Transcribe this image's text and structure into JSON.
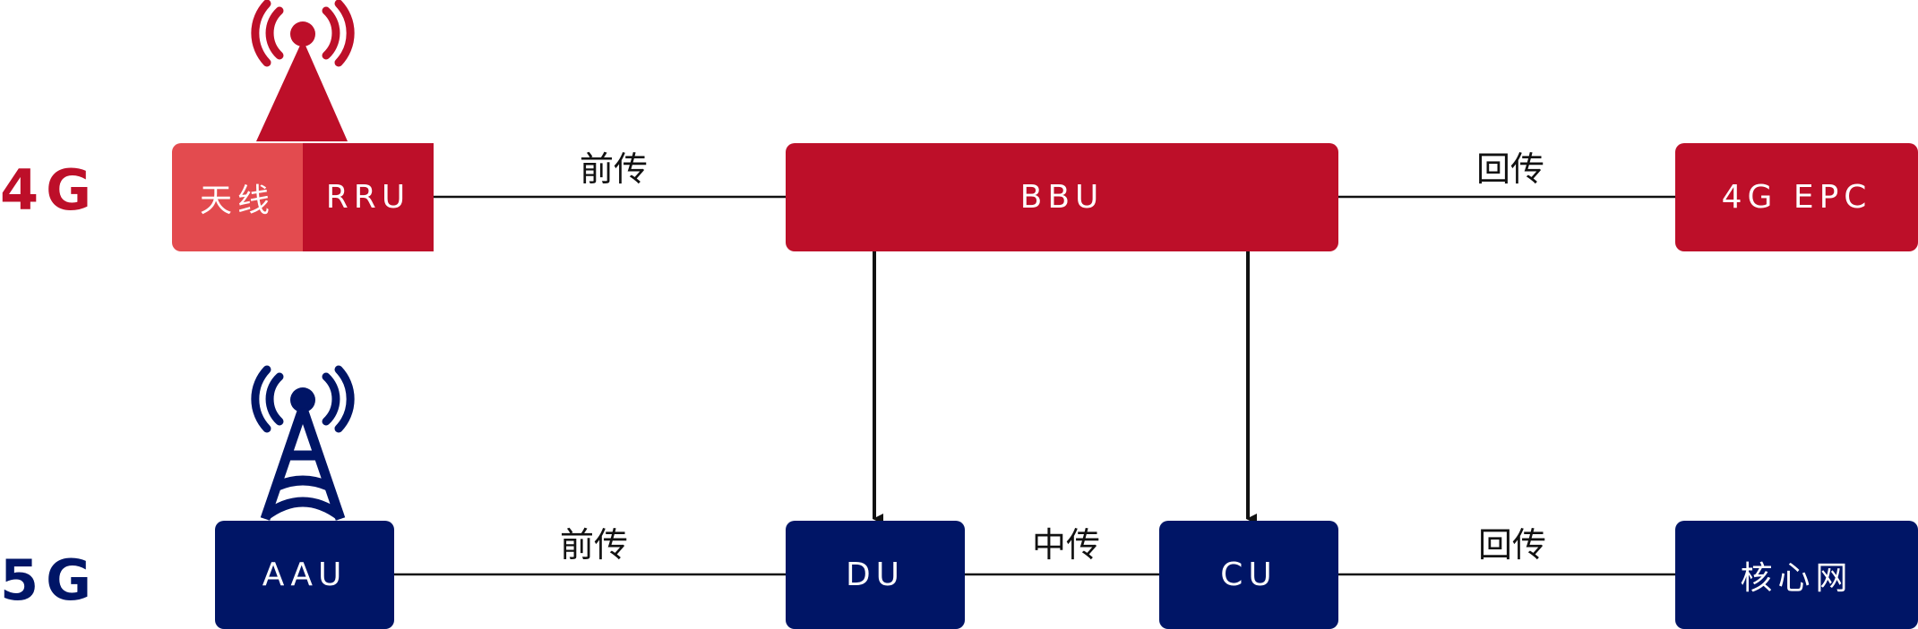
{
  "colors": {
    "red": "#bd0f29",
    "red_light": "#e34b4f",
    "navy": "#001566",
    "line": "#111111"
  },
  "icons": {
    "antenna_4g": "radio-tower-icon",
    "antenna_5g": "cell-tower-icon"
  },
  "row_4g": {
    "label": "4G",
    "antenna_label": "天线",
    "rru_label": "RRU",
    "fronthaul_label": "前传",
    "bbu_label": "BBU",
    "backhaul_label": "回传",
    "epc_label": "4G EPC"
  },
  "row_5g": {
    "label": "5G",
    "aau_label": "AAU",
    "fronthaul_label": "前传",
    "du_label": "DU",
    "midhaul_label": "中传",
    "cu_label": "CU",
    "backhaul_label": "回传",
    "core_label": "核心网"
  }
}
